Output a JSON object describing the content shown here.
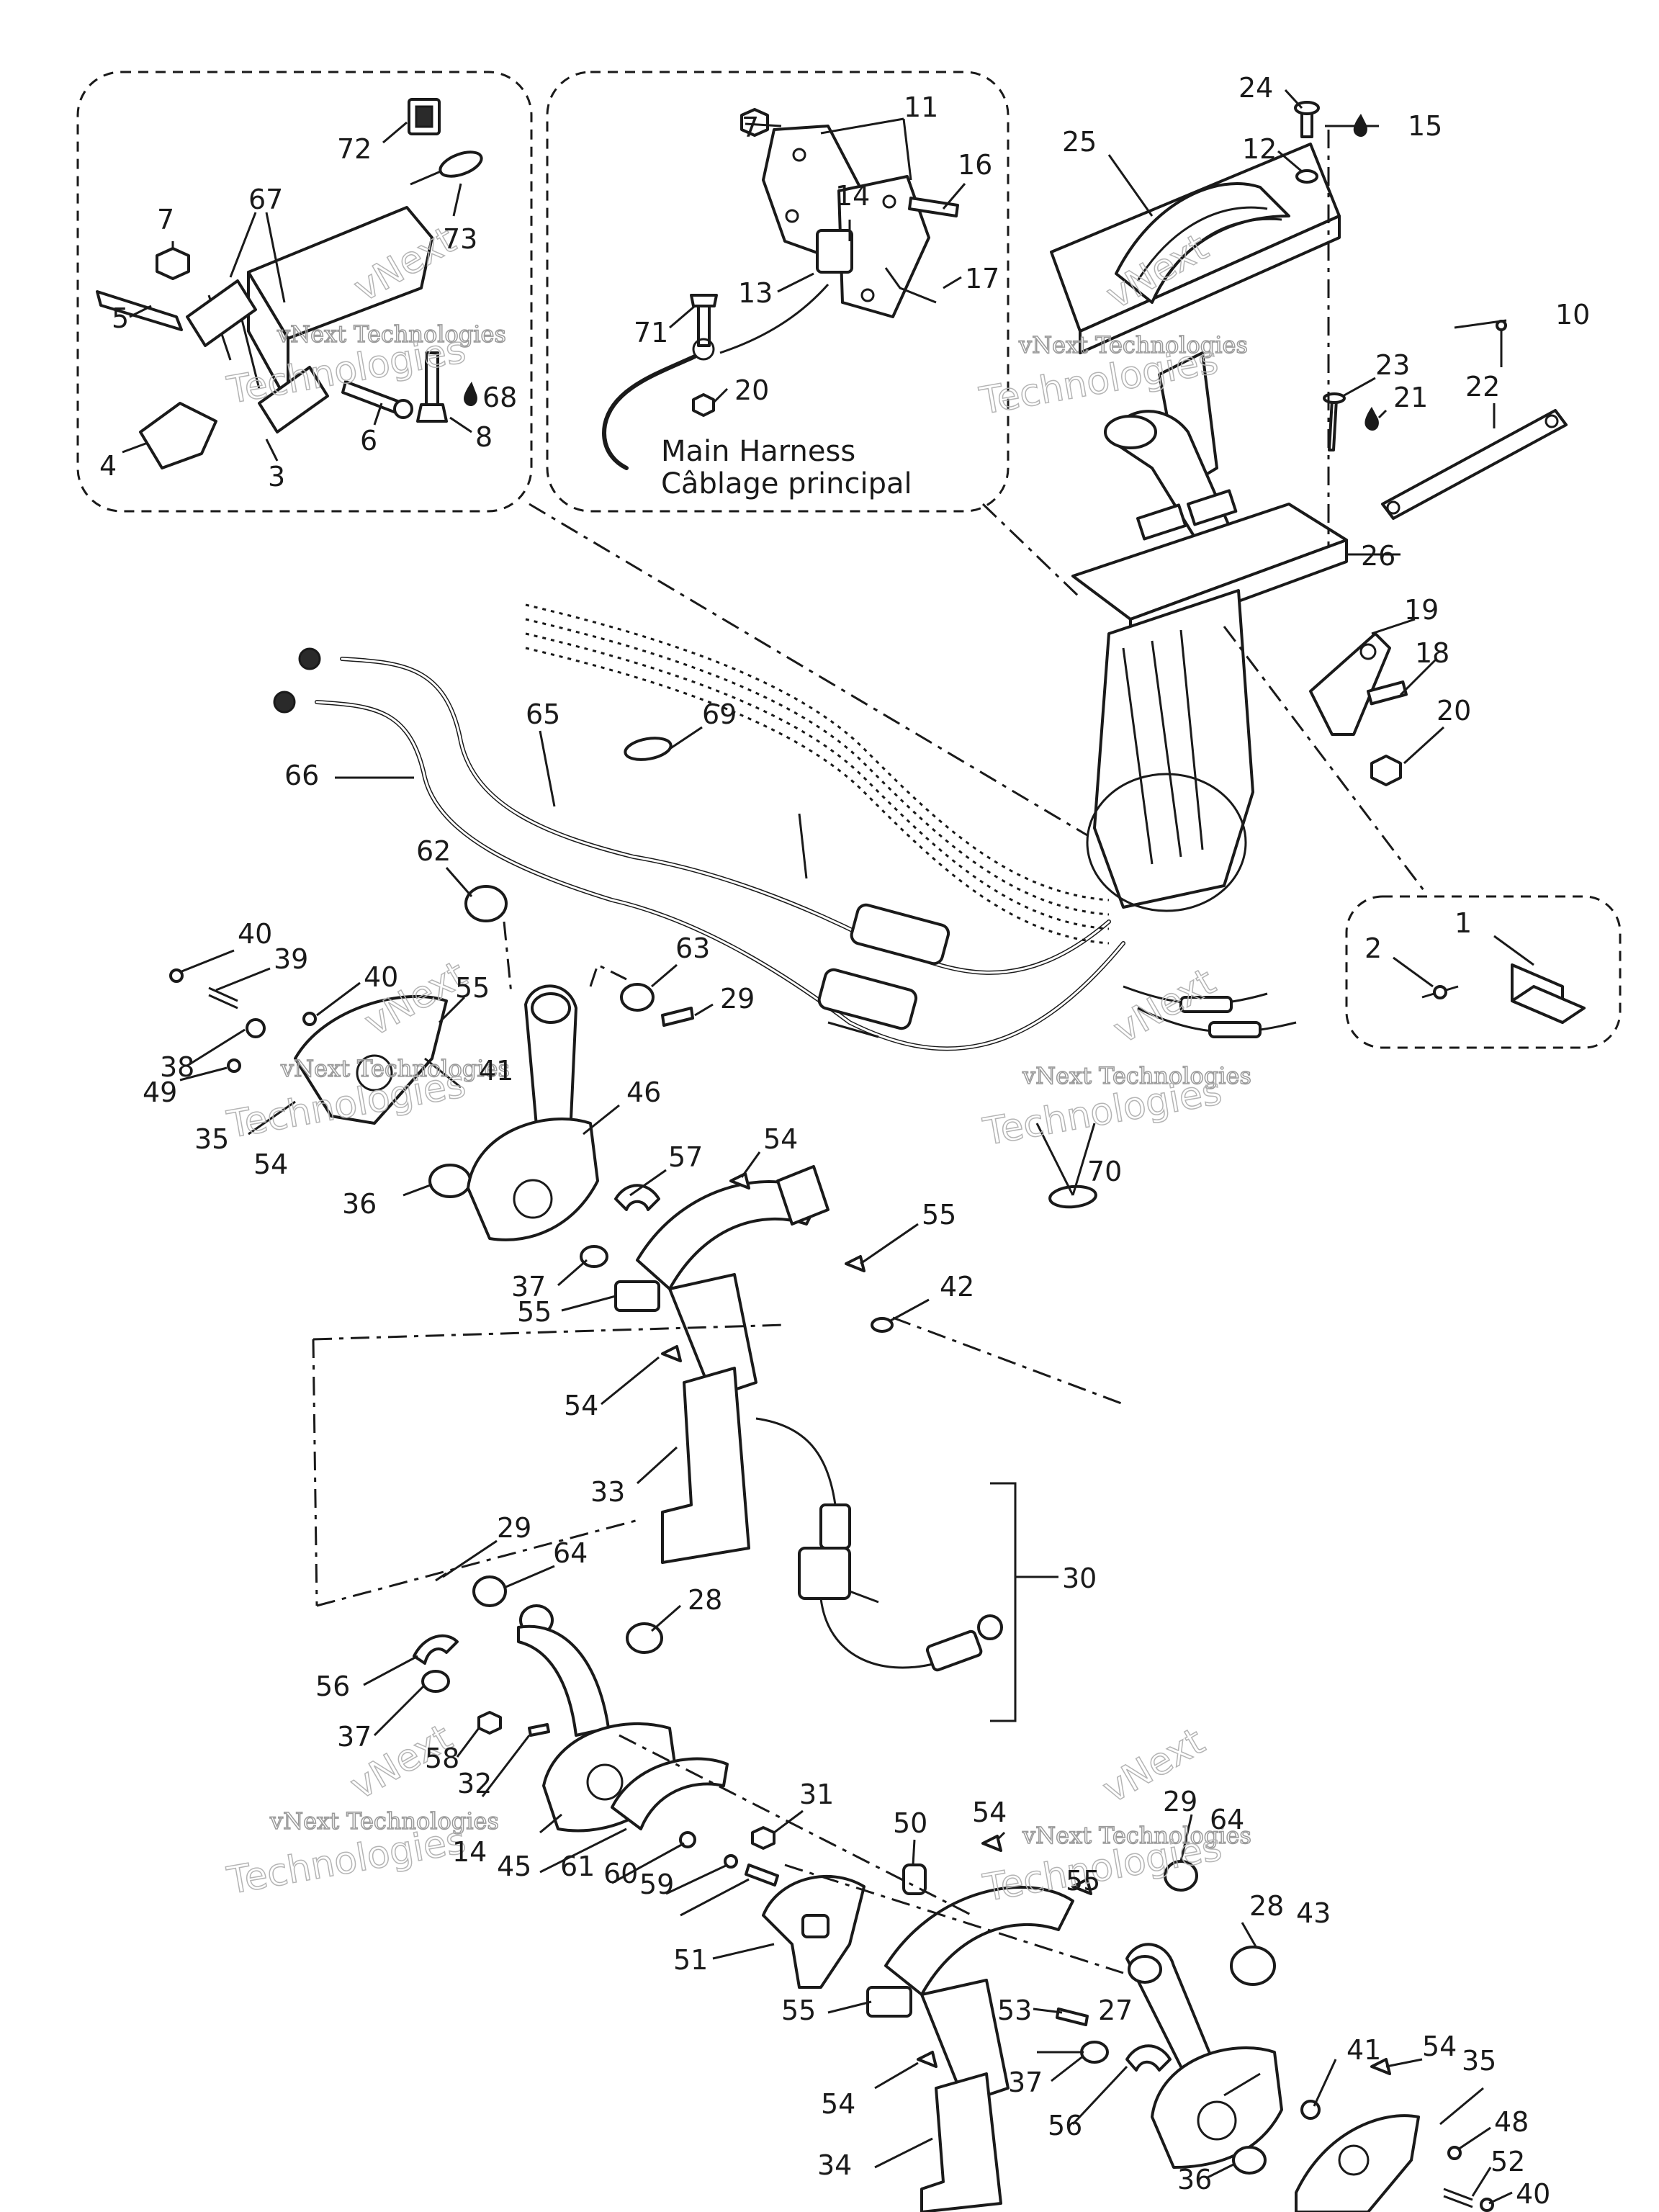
{
  "harness_label": {
    "line1": "Main Harness",
    "line2": "Câblage principal"
  },
  "watermark": {
    "line1": "vNext Technologies",
    "line2": "Technologies",
    "line3": "vNext"
  },
  "callouts": [
    "1",
    "2",
    "3",
    "4",
    "5",
    "6",
    "7",
    "8",
    "10",
    "11",
    "12",
    "13",
    "14",
    "15",
    "16",
    "17",
    "18",
    "19",
    "20",
    "21",
    "22",
    "23",
    "24",
    "25",
    "26",
    "27",
    "28",
    "29",
    "30",
    "31",
    "32",
    "33",
    "34",
    "35",
    "36",
    "37",
    "38",
    "39",
    "40",
    "41",
    "42",
    "43",
    "45",
    "46",
    "48",
    "49",
    "50",
    "51",
    "52",
    "53",
    "54",
    "55",
    "56",
    "57",
    "58",
    "59",
    "60",
    "61",
    "62",
    "63",
    "64",
    "65",
    "66",
    "67",
    "68",
    "69",
    "70",
    "71",
    "72",
    "73"
  ],
  "icons": {
    "lubricant": "oil-drop-icon"
  }
}
